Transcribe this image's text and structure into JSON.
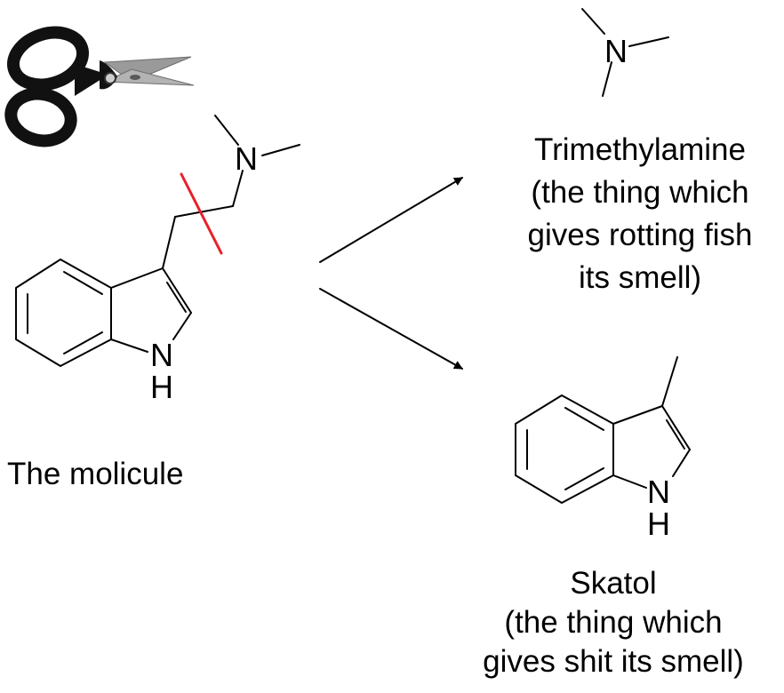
{
  "colors": {
    "bond": "#000000",
    "cut_mark": "#e8202a",
    "scissors_handle": "#111111",
    "scissors_blade": "#9a9a9a"
  },
  "icons": {
    "scissors": "scissors-icon"
  },
  "labels": {
    "start_molecule_n": "N",
    "start_molecule_nh_n": "N",
    "start_molecule_nh_h": "H",
    "trimethylamine_n": "N",
    "skatol_nh_n": "N",
    "skatol_nh_h": "H"
  },
  "captions": {
    "start_molecule": "The molicule",
    "trimethylamine": {
      "line1": "Trimethylamine",
      "line2": "(the thing which",
      "line3": "gives rotting fish",
      "line4": "its smell)"
    },
    "skatol": {
      "line1": "Skatol",
      "line2": "(the thing which",
      "line3": "gives shit its smell)"
    }
  }
}
